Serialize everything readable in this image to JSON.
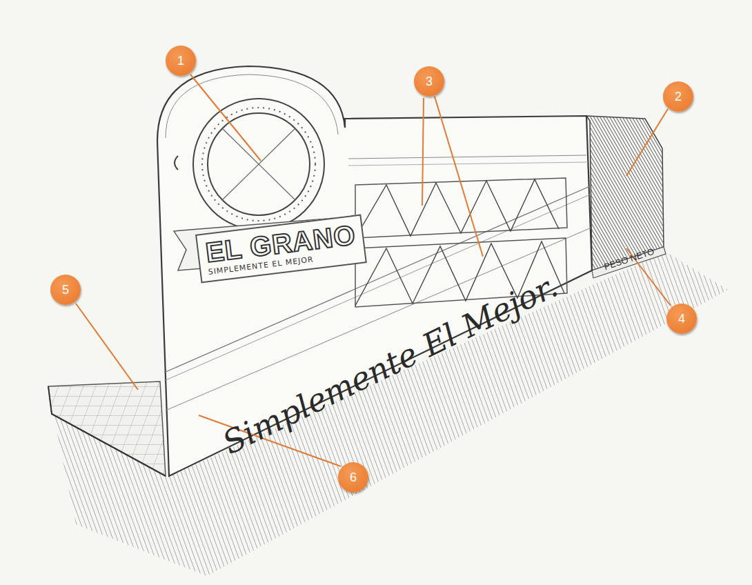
{
  "diagram": {
    "nodes": [
      {
        "text": [
          "EL GRANO",
          "SIMPLEMENTE EL MEJOR"
        ]
      }
    ],
    "labels": [
      "1",
      "2",
      "3",
      "4",
      "5",
      "6",
      "Simplemente El Mejor.",
      "PESO NETO"
    ]
  }
}
